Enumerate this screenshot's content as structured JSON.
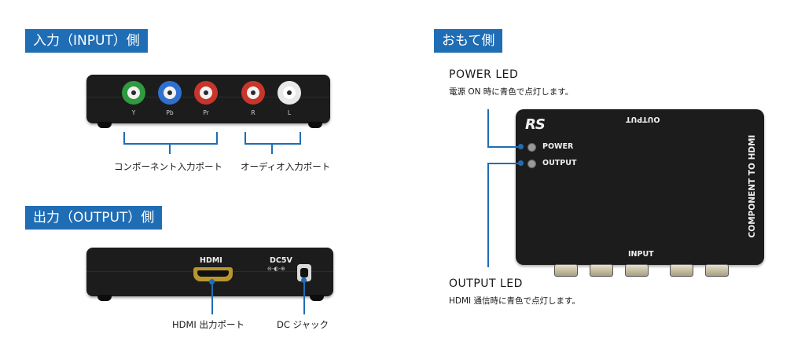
{
  "input_section": {
    "title": "入力（INPUT）側",
    "jacks": [
      {
        "label": "Y",
        "color": "#2f9a3f"
      },
      {
        "label": "Pb",
        "color": "#2f6fcf"
      },
      {
        "label": "Pr",
        "color": "#c8352b"
      },
      {
        "label": "R",
        "color": "#c8352b"
      },
      {
        "label": "L",
        "color": "#e8e8e8"
      }
    ],
    "component_caption": "コンポーネント入力ポート",
    "audio_caption": "オーディオ入力ポート"
  },
  "output_section": {
    "title": "出力（OUTPUT）側",
    "hdmi_label": "HDMI",
    "dc_label": "DC5V",
    "dc_symbol": "⊖-◐-⊕",
    "hdmi_caption": "HDMI 出力ポート",
    "dc_caption": "DC ジャック"
  },
  "top_section": {
    "title": "おもて側",
    "power_led_title": "POWER LED",
    "power_led_desc": "電源 ON 時に青色で点灯します。",
    "output_led_title": "OUTPUT LED",
    "output_led_desc": "HDMI 通信時に青色で点灯します。",
    "device": {
      "logo": "RS",
      "power_label": "POWER",
      "output_label_led": "OUTPUT",
      "output_label_top": "OUTPUT",
      "input_label": "INPUT",
      "product_name": "COMPONENT TO HDMI"
    }
  },
  "colors": {
    "accent": "#1f6db5",
    "device": "#1c1c1c"
  }
}
